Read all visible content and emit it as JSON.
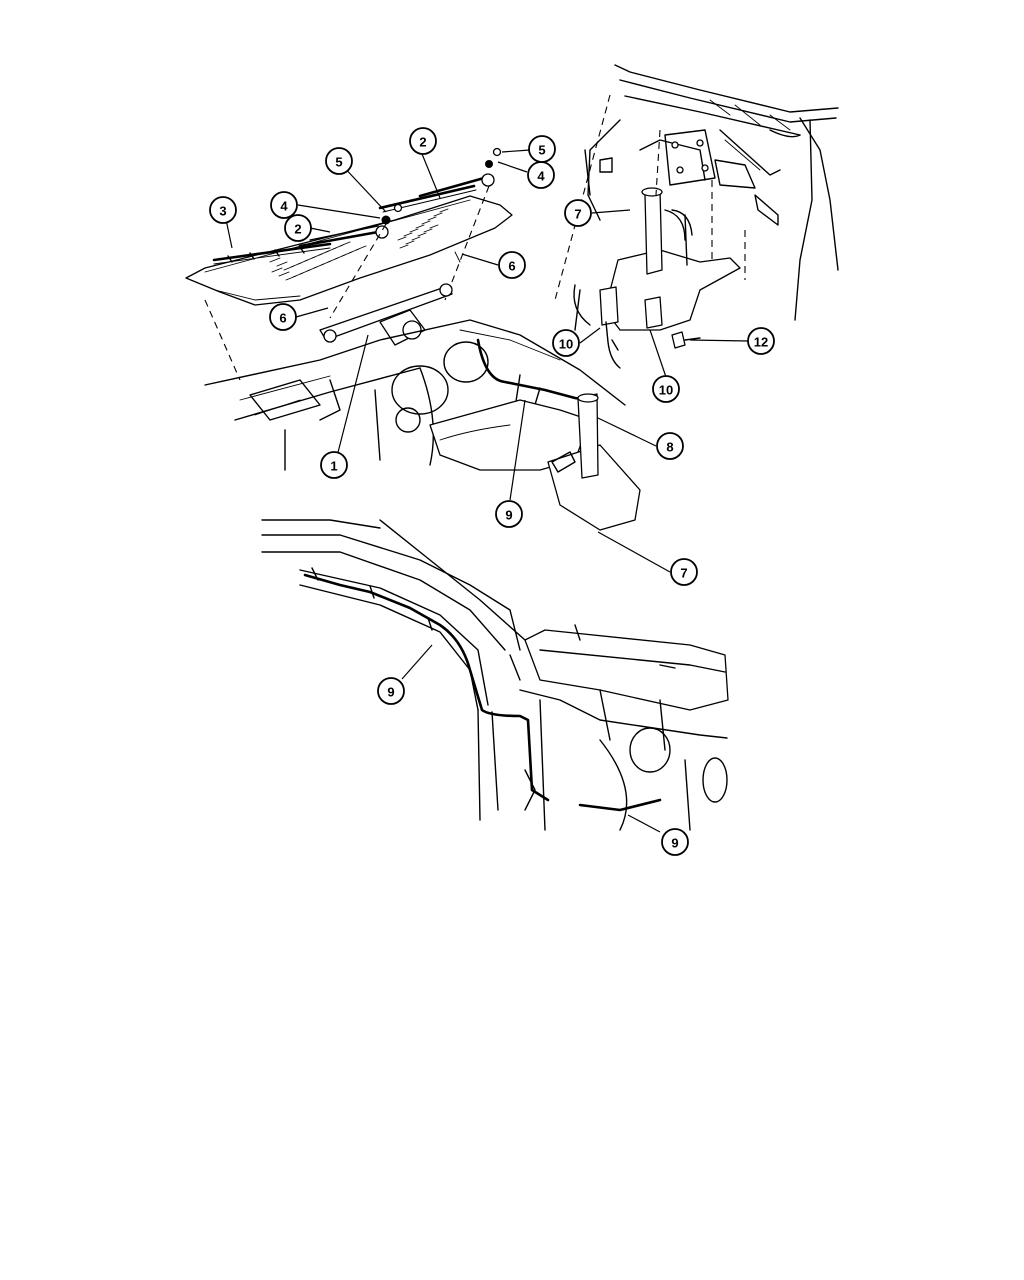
{
  "callouts": [
    {
      "id": "c1",
      "label": "1"
    },
    {
      "id": "c2a",
      "label": "2"
    },
    {
      "id": "c2b",
      "label": "2"
    },
    {
      "id": "c3",
      "label": "3"
    },
    {
      "id": "c4a",
      "label": "4"
    },
    {
      "id": "c4b",
      "label": "4"
    },
    {
      "id": "c5a",
      "label": "5"
    },
    {
      "id": "c5b",
      "label": "5"
    },
    {
      "id": "c6a",
      "label": "6"
    },
    {
      "id": "c6b",
      "label": "6"
    },
    {
      "id": "c7a",
      "label": "7"
    },
    {
      "id": "c7b",
      "label": "7"
    },
    {
      "id": "c8",
      "label": "8"
    },
    {
      "id": "c9a",
      "label": "9"
    },
    {
      "id": "c9b",
      "label": "9"
    },
    {
      "id": "c9c",
      "label": "9"
    },
    {
      "id": "c10a",
      "label": "10"
    },
    {
      "id": "c10b",
      "label": "10"
    },
    {
      "id": "c12",
      "label": "12"
    }
  ]
}
